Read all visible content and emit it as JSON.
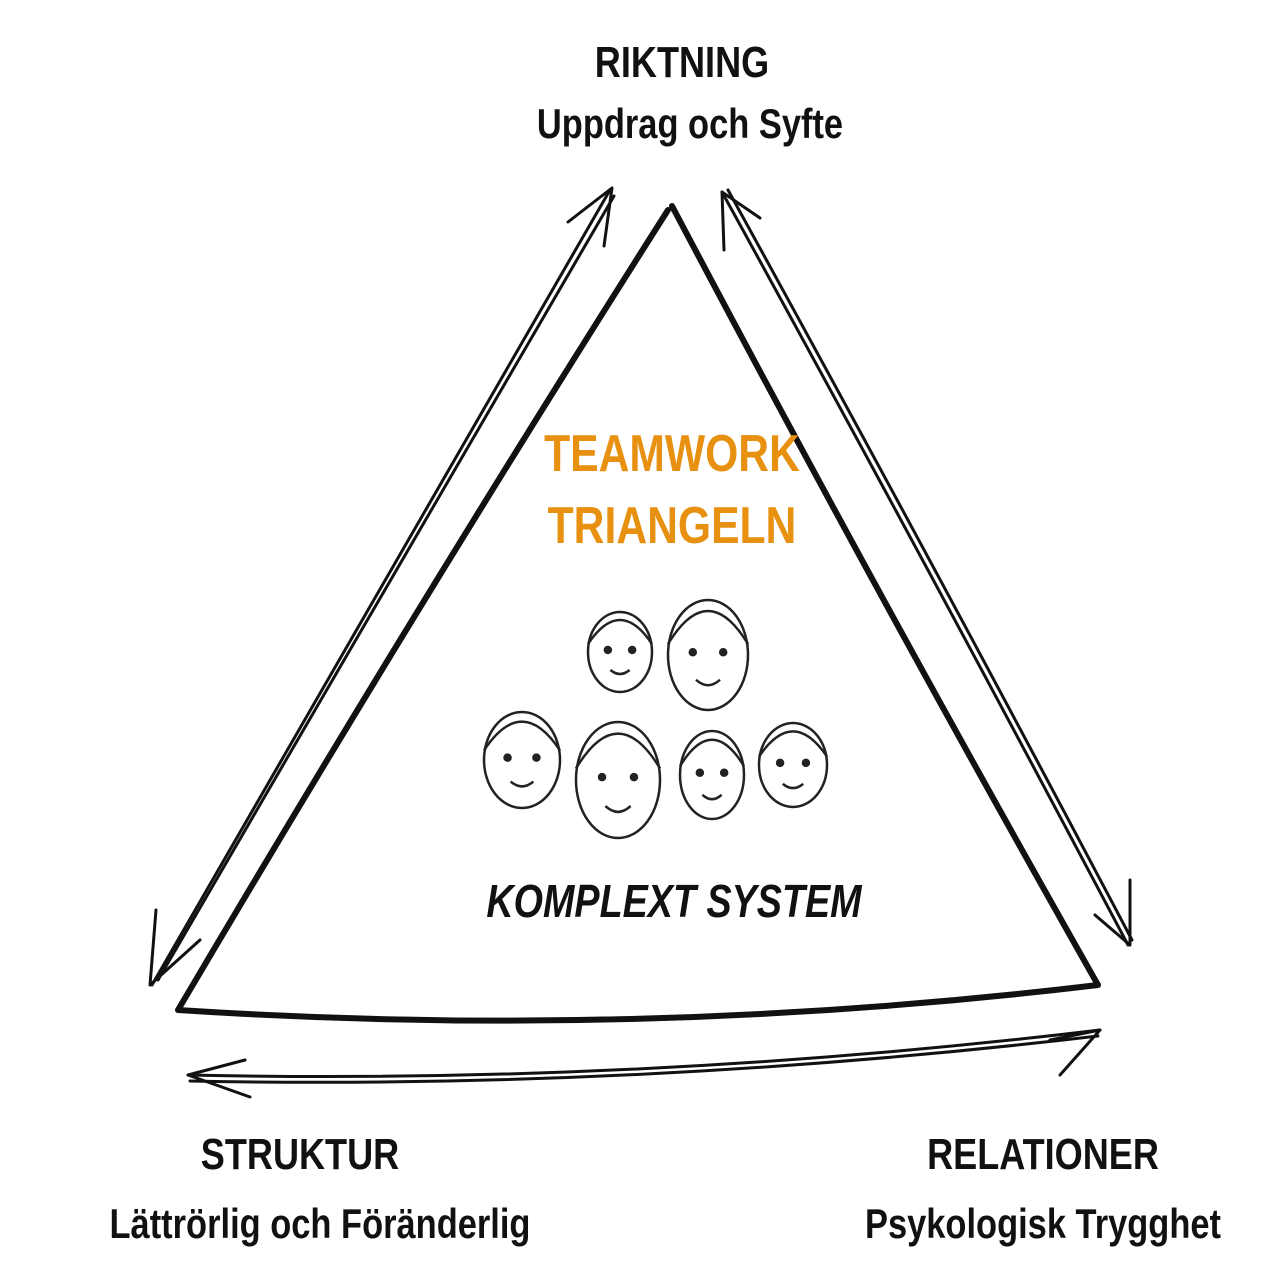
{
  "top": {
    "title": "RIKTNING",
    "subtitle": "Uppdrag och Syfte"
  },
  "center": {
    "title_line1": "TEAMWORK",
    "title_line2": "TRIANGELN",
    "caption": "KOMPLEXT SYSTEM"
  },
  "bottom_left": {
    "title": "STRUKTUR",
    "subtitle": "Lättrörlig och Föränderlig"
  },
  "bottom_right": {
    "title": "RELATIONER",
    "subtitle": "Psykologisk Trygghet"
  },
  "colors": {
    "accent": "#E8900F",
    "ink": "#111111"
  },
  "team_faces": [
    "face-glasses-beard",
    "face-curly-hair",
    "face-short-hair",
    "face-long-hair-glasses",
    "face-beard",
    "face-bald"
  ]
}
